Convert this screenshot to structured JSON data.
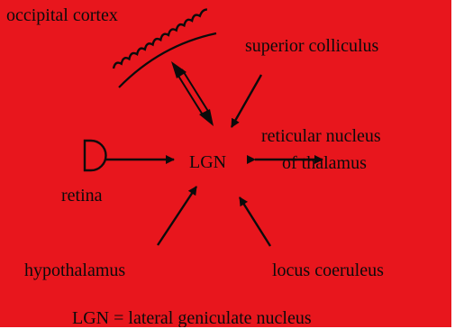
{
  "diagram": {
    "labels": {
      "occipital_cortex": "occipital cortex",
      "superior_colliculus": "superior colliculus",
      "reticular_line1": "reticular nucleus",
      "reticular_line2": "of thalamus",
      "lgn": "LGN",
      "retina": "retina",
      "hypothalamus": "hypothalamus",
      "locus_coeruleus": "locus coeruleus",
      "caption": "LGN = lateral geniculate nucleus"
    },
    "connections": [
      {
        "from": "occipital cortex",
        "to": "LGN",
        "direction": "bidirectional"
      },
      {
        "from": "superior colliculus",
        "to": "LGN",
        "direction": "one-way"
      },
      {
        "from": "reticular nucleus of thalamus",
        "to": "LGN",
        "direction": "bidirectional"
      },
      {
        "from": "retina",
        "to": "LGN",
        "direction": "one-way"
      },
      {
        "from": "hypothalamus",
        "to": "LGN",
        "direction": "one-way"
      },
      {
        "from": "locus coeruleus",
        "to": "LGN",
        "direction": "one-way"
      }
    ],
    "colors": {
      "background": "#e8161d",
      "ink": "#0b0b0b"
    }
  }
}
